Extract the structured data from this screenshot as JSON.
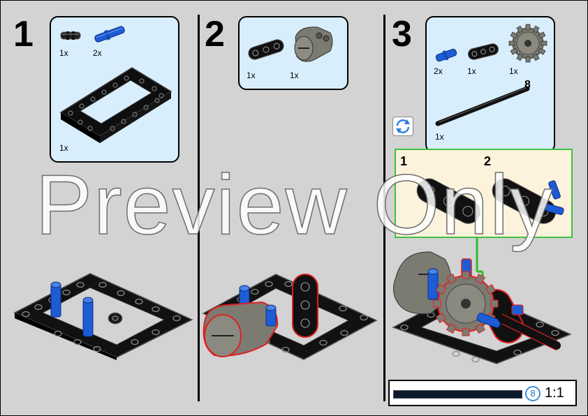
{
  "steps": [
    {
      "number": "1",
      "parts": [
        {
          "icon": "connector-peg-icon",
          "qty": "1x"
        },
        {
          "icon": "blue-pin-icon",
          "qty": "2x"
        },
        {
          "icon": "rectangular-frame-icon",
          "qty": "1x"
        }
      ]
    },
    {
      "number": "2",
      "parts": [
        {
          "icon": "three-hole-beam-icon",
          "qty": "1x"
        },
        {
          "icon": "grey-connector-icon",
          "qty": "1x"
        }
      ]
    },
    {
      "number": "3",
      "parts": [
        {
          "icon": "blue-pin-icon",
          "qty": "2x"
        },
        {
          "icon": "three-hole-beam-icon",
          "qty": "1x"
        },
        {
          "icon": "gear-icon",
          "qty": "1x"
        },
        {
          "icon": "axle-icon",
          "qty": "1x",
          "length": "8"
        }
      ],
      "substeps": [
        "1",
        "2"
      ]
    }
  ],
  "ruler": {
    "length": "8",
    "scale": "1:1"
  },
  "watermark": "Preview Only",
  "colors": {
    "background": "#d3d3d3",
    "parts_list": "#d8eefc",
    "substep_bg": "#fdf3dc",
    "substep_border": "#3ec23e",
    "highlight": "#e02020",
    "blue_part": "#1e5cd6",
    "grey_part": "#7b7b72"
  }
}
